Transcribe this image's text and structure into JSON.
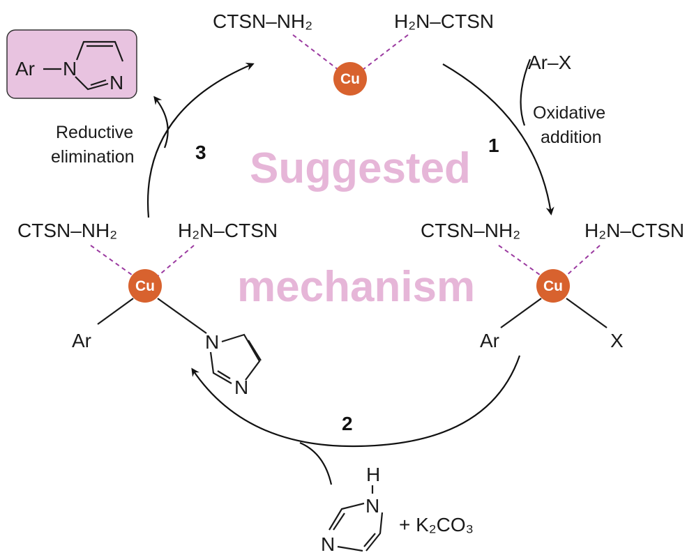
{
  "colors": {
    "copper": "#d8622e",
    "nitrogen": "#8a2e93",
    "watermark": "#e6b6d8",
    "product_box": "#e8c3e0"
  },
  "watermark": {
    "line1": "Suggested",
    "line2": "mechanism"
  },
  "steps": {
    "s1": "1",
    "s2": "2",
    "s3": "3"
  },
  "step_labels": {
    "oxidative_addition_1": "Oxidative",
    "oxidative_addition_2": "addition",
    "reductive_elimination_1": "Reductive",
    "reductive_elimination_2": "elimination"
  },
  "reagents": {
    "aryl_halide": "Ar–X",
    "base": "+ K₂CO₃",
    "imidazole_h": "H"
  },
  "complexes": {
    "top": {
      "metal": "Cu",
      "ligand_left": "CTSN–NH₂",
      "ligand_right": "H₂N–CTSN"
    },
    "right": {
      "metal": "Cu",
      "ligand_left": "CTSN–NH₂",
      "ligand_right": "H₂N–CTSN",
      "group_a": "Ar",
      "group_b": "X"
    },
    "left": {
      "metal": "Cu",
      "ligand_left": "CTSN–NH₂",
      "ligand_right": "H₂N–CTSN",
      "group_a": "Ar"
    }
  },
  "product": {
    "aryl": "Ar",
    "atom_n1": "N",
    "atom_n3": "N"
  },
  "ring_atoms": {
    "n": "N"
  }
}
